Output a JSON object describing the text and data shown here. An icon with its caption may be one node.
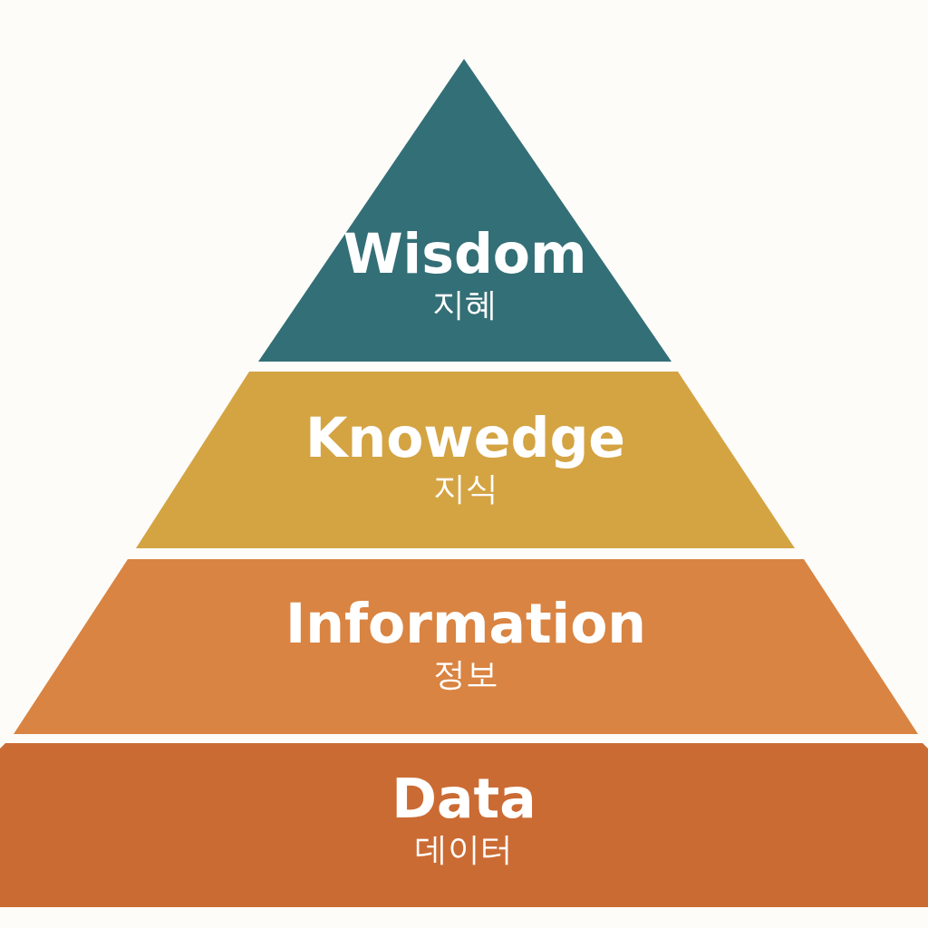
{
  "diagram": {
    "nodes": [
      {
        "text": [
          "Wisdom",
          "지혜"
        ]
      },
      {
        "text": [
          "Knowedge",
          "지식"
        ]
      },
      {
        "text": [
          "Information",
          "정보"
        ]
      },
      {
        "text": [
          "Data",
          "데이터"
        ]
      }
    ]
  }
}
